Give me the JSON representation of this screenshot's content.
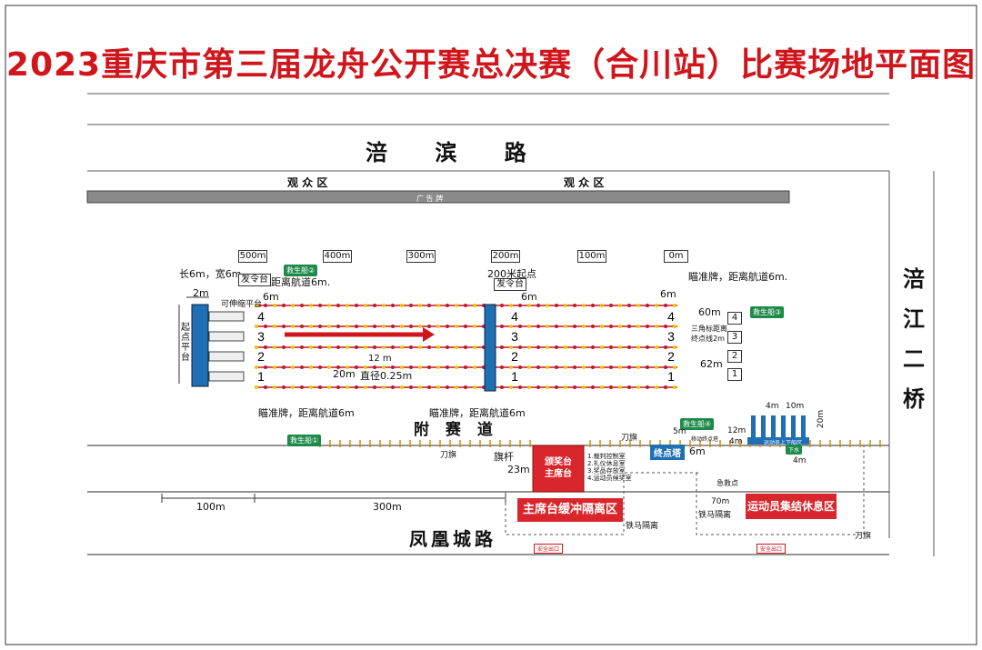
{
  "title": "2023重庆市第三届龙舟公开赛总决赛（合川站）比赛场地平面图",
  "roads": {
    "top": "涪 滨 路",
    "right": [
      "涪",
      "江",
      "二",
      "桥"
    ],
    "bottom": "凤凰城路",
    "aux": "附 赛 道"
  },
  "audience": {
    "left": "观 众 区",
    "right": "观 众 区",
    "billboard": "广  告  牌"
  },
  "distance_markers": [
    "500m",
    "400m",
    "300m",
    "200m",
    "100m",
    "0m"
  ],
  "lanes": [
    "4",
    "3",
    "2",
    "1"
  ],
  "start_platform": {
    "label": "起点平台",
    "width": "2m",
    "extend": "可伸缩平台",
    "size": "长6m，宽6m"
  },
  "start_tower": {
    "label": "发令台",
    "note": "距离航道6m.",
    "gap": "6m"
  },
  "mid_start": {
    "label": "200米起点",
    "tower": "发令台",
    "gap": "6m"
  },
  "finish": {
    "aim_sign": "瞄准牌，距离航道6m.",
    "gap": "6m",
    "triangle": "三角标距离终点线2m",
    "d60": "60m",
    "d62": "62m",
    "boxes": [
      "4",
      "3",
      "2",
      "1"
    ]
  },
  "lane_spec": {
    "width": "12 m",
    "spacing": "20m",
    "buoy": "直径0.25m"
  },
  "aim_signs_bottom": [
    "瞄准牌，距离航道6m",
    "瞄准牌，距离航道6m"
  ],
  "rescue": [
    "救生船②",
    "救生船③",
    "救生船①",
    "救生船④"
  ],
  "flags": {
    "knife1": "刀旗",
    "knife2": "刀旗",
    "knife3": "刀旗",
    "pole": "旗杆"
  },
  "finish_tower": {
    "label": "终点塔",
    "d1": "5m",
    "d2": "6m",
    "note": "移动终点塔"
  },
  "stands": {
    "label": "颁奖台\n主席台",
    "gap": "23m",
    "notes": [
      "1.裁判控制室",
      "2.礼仪休息室",
      "3.奖品存放室",
      "4.运动员候奖室"
    ]
  },
  "docks": {
    "d4": "4m",
    "d10": "10m",
    "d12": "12m",
    "d4b": "4m",
    "d20": "20m",
    "d4c": "4m",
    "label": "运动员上下船区",
    "small": "下水"
  },
  "zones": {
    "buffer": "主席台缓冲隔离区",
    "rest": "运动员集结休息区",
    "iron1": "铁马隔离",
    "iron2": "铁马隔离",
    "d70": "70m",
    "first_aid": "急救点",
    "exit1": "安全出口",
    "exit2": "安全出口"
  },
  "scale": {
    "a": "100m",
    "b": "300m"
  },
  "colors": {
    "title": "#d0161c",
    "zone": "#d9262c",
    "lane_red": "#c0182c",
    "buoy": "#f2c400",
    "platform": "#1f6fb4",
    "rescue": "#1d8a4a"
  }
}
